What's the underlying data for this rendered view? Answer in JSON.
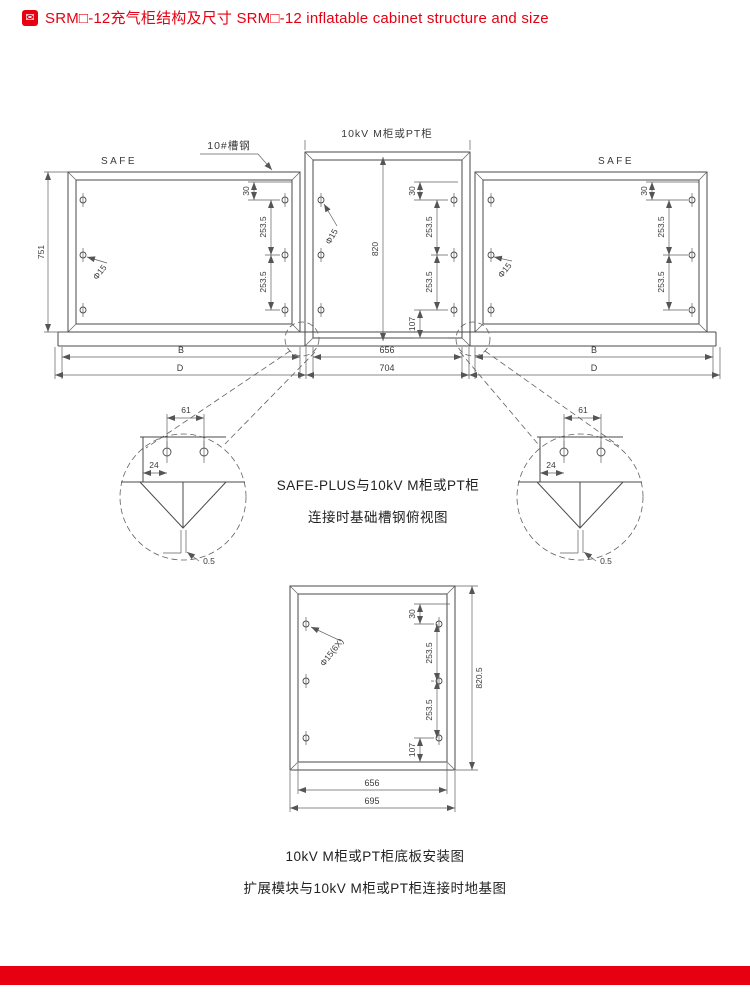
{
  "header": {
    "title": "SRM□-12充气柜结构及尺寸 SRM□-12 inflatable cabinet structure and size"
  },
  "plan": {
    "mid_title": "10kV M柜或PT柜",
    "channel_label": "10#槽钢",
    "safe": "SAFE",
    "h_side": "751",
    "h_mid": "820",
    "phi": "Φ15",
    "d30": "30",
    "d253": "253.5",
    "d107": "107",
    "B": "B",
    "D": "D",
    "w_inner": "656",
    "w_outer": "704"
  },
  "detail": {
    "d61": "61",
    "d24": "24",
    "d05": "0.5",
    "caption1": "SAFE-PLUS与10kV M柜或PT柜",
    "caption2": "连接时基础槽钢俯视图"
  },
  "base": {
    "phi": "Φ15(6X)",
    "h": "820.5",
    "d30": "30",
    "d253": "253.5",
    "d107": "107",
    "w_inner": "656",
    "w_outer": "695",
    "caption1": "10kV M柜或PT柜底板安装图",
    "caption2": "扩展模块与10kV M柜或PT柜连接时地基图"
  }
}
